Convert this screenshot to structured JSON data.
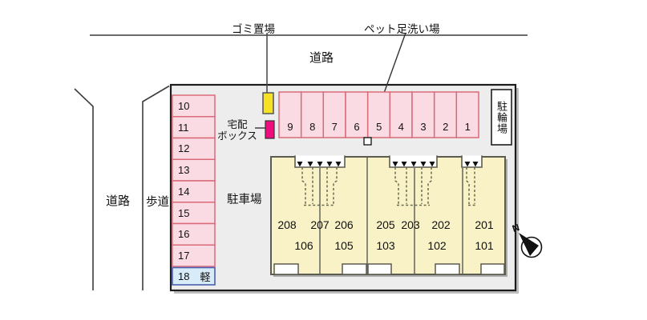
{
  "site": {
    "road_top_label": "道路",
    "road_left_label": "道路",
    "sidewalk_label": "歩道",
    "parking_lot_label": "駐車場",
    "bicycle_parking_label": "駐輪場",
    "garbage_area_label": "ゴミ置場",
    "pet_wash_label": "ペット足洗い場",
    "delivery_box_line1": "宅配",
    "delivery_box_line2": "ボックス"
  },
  "left_parking": {
    "spaces": [
      "10",
      "11",
      "12",
      "13",
      "14",
      "15",
      "16",
      "17"
    ],
    "kei_space_number": "18",
    "kei_space_label": "軽"
  },
  "top_parking": {
    "spaces": [
      "9",
      "8",
      "7",
      "6",
      "5",
      "4",
      "3",
      "2",
      "1"
    ]
  },
  "building": {
    "rooms_2f": [
      "208",
      "207",
      "206",
      "205",
      "203",
      "202",
      "201"
    ],
    "rooms_1f": [
      "106",
      "105",
      "103",
      "102",
      "101"
    ]
  },
  "compass": {
    "north_label": "N"
  },
  "colors": {
    "site_fill": "#ededed",
    "parking_space_fill": "#fadbe3",
    "parking_space_border": "#d96b79",
    "kei_space_fill": "#d7ebf8",
    "kei_space_border": "#4a5fae",
    "garbage_box_fill": "#f6e223",
    "delivery_box_fill": "#ee0d7d",
    "building_fill": "#f8f2c6",
    "building_border": "#5b5b4f"
  }
}
